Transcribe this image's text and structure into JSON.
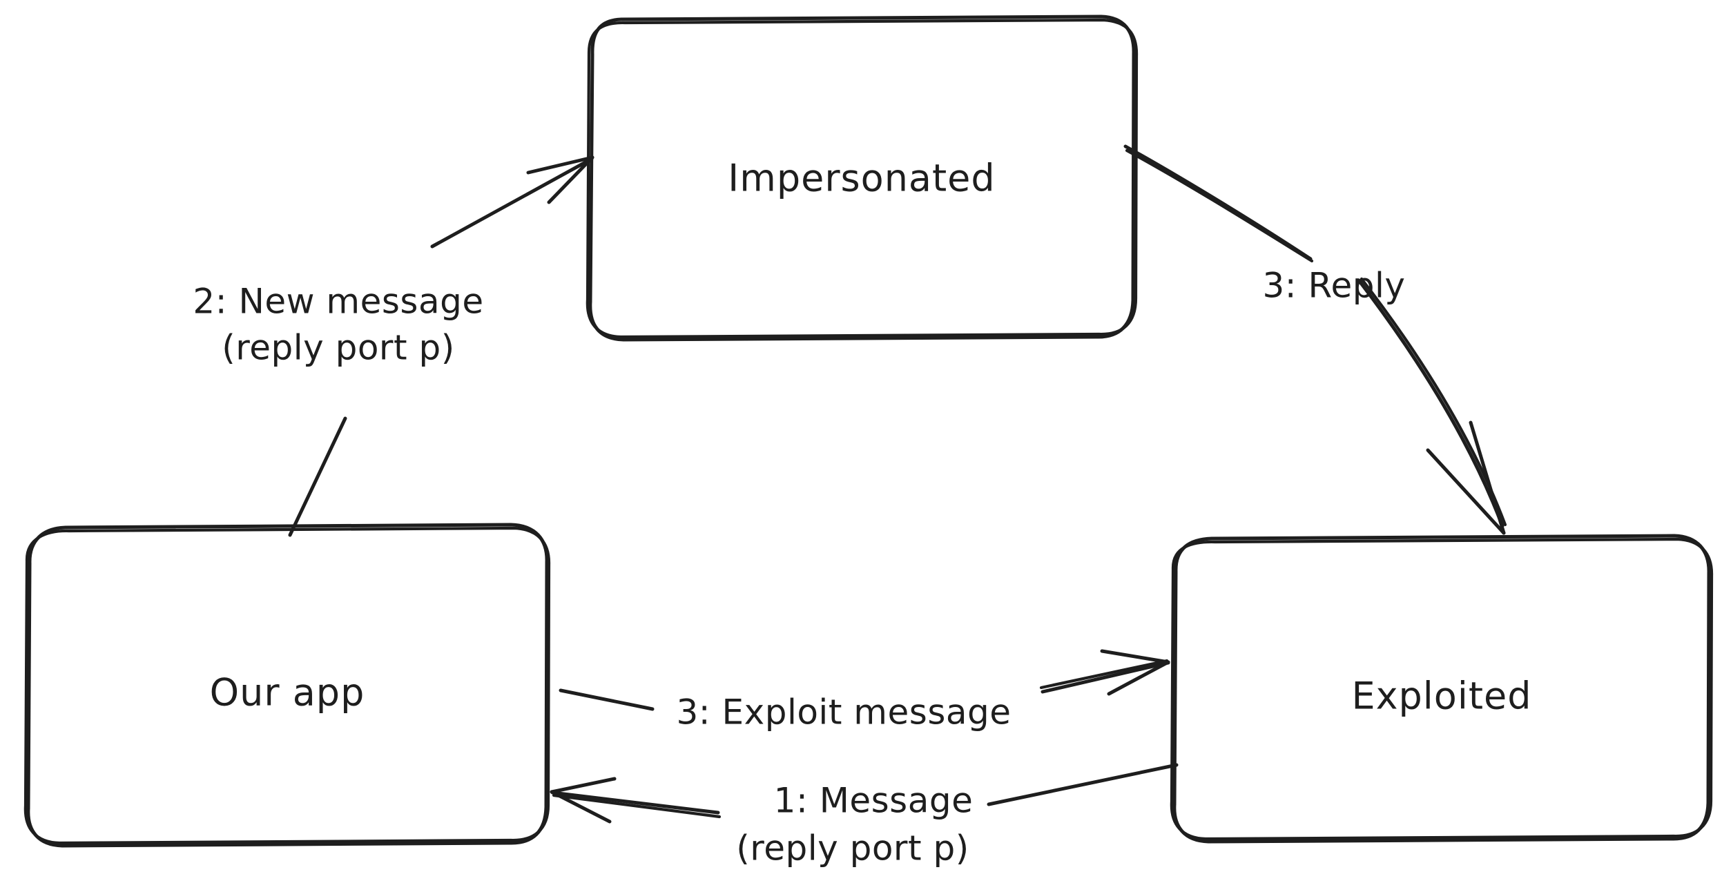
{
  "diagram": {
    "title": "Mach port impersonation / exploit message sequence",
    "style": "hand-drawn sketch",
    "stroke_color": "#1e1e1e",
    "background_color": "#ffffff",
    "nodes": [
      {
        "id": "impersonated",
        "label": "Impersonated"
      },
      {
        "id": "our_app",
        "label": "Our app"
      },
      {
        "id": "exploited",
        "label": "Exploited"
      }
    ],
    "edges": [
      {
        "id": "edge-new-message",
        "from": "our_app",
        "to": "impersonated",
        "label_line1": "2: New message",
        "label_line2": "(reply port p)"
      },
      {
        "id": "edge-reply",
        "from": "impersonated",
        "to": "exploited",
        "label_line1": "3: Reply",
        "label_line2": ""
      },
      {
        "id": "edge-exploit-message",
        "from": "our_app",
        "to": "exploited",
        "label_line1": "3: Exploit message",
        "label_line2": ""
      },
      {
        "id": "edge-message",
        "from": "exploited",
        "to": "our_app",
        "label_line1": "1: Message",
        "label_line2": "(reply port p)"
      }
    ]
  }
}
